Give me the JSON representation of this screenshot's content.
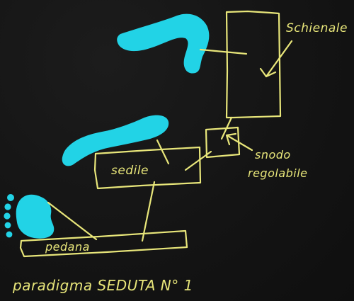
{
  "labels": {
    "backrest": "Schienale",
    "joint_line1": "snodo",
    "joint_line2": "regolabile",
    "seat": "sedile",
    "footrest": "pedana",
    "caption": "paradigma  SEDUTA  N° 1"
  },
  "colors": {
    "board": "#131313",
    "chalk": "#e8e67a",
    "body": "#22d3e6"
  },
  "icons": {
    "head_back": "back-silhouette-icon",
    "thigh": "thigh-silhouette-icon",
    "foot": "foot-silhouette-icon"
  }
}
